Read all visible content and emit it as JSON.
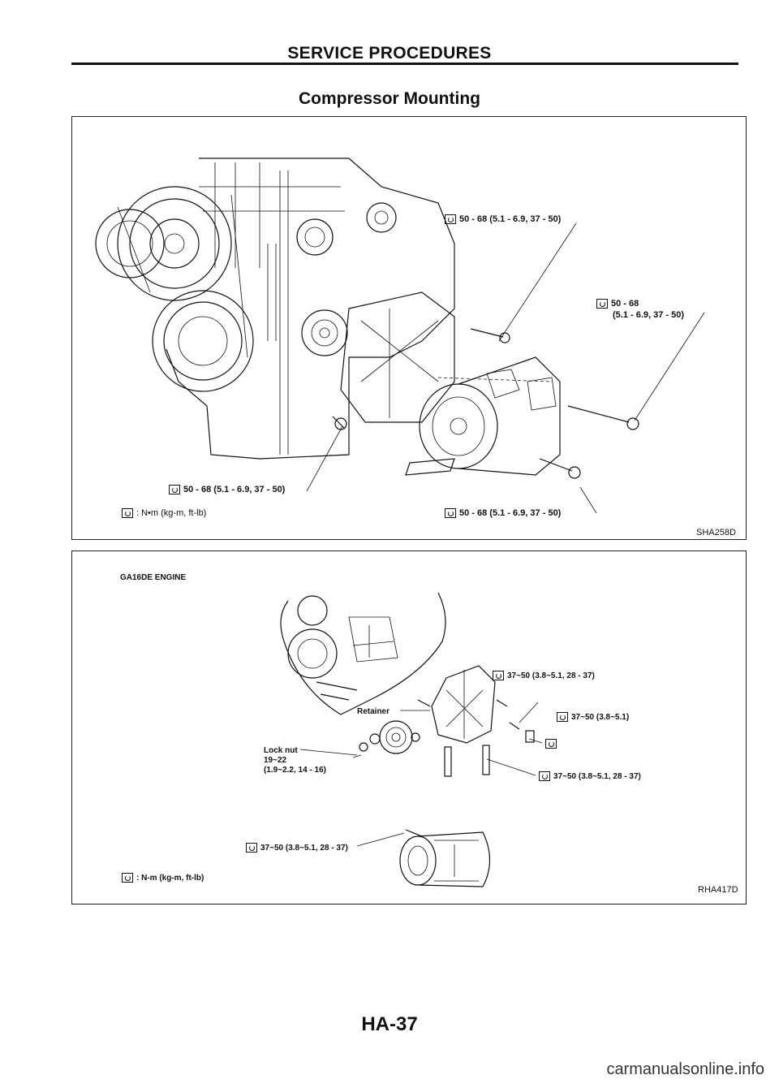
{
  "header": {
    "title": "SERVICE PROCEDURES"
  },
  "section": {
    "title": "Compressor Mounting"
  },
  "figure1": {
    "code": "SHA258D",
    "labels": {
      "top_bolt": "50 - 68 (5.1 - 6.9, 37 - 50)",
      "right_bolt_line1": "50 - 68",
      "right_bolt_line2": "(5.1 - 6.9, 37 - 50)",
      "lower_left_bolt": "50 - 68 (5.1 - 6.9, 37 - 50)",
      "lower_right_bolt": "50 - 68 (5.1 - 6.9, 37 - 50)",
      "legend": ": N•m (kg-m, ft-lb)"
    }
  },
  "figure2": {
    "code": "RHA417D",
    "engine": "GA16DE ENGINE",
    "labels": {
      "retainer": "Retainer",
      "lock_nut": "Lock nut",
      "lock_nut_val1": "19~22",
      "lock_nut_val2": "(1.9~2.2, 14 - 16)",
      "torque_a": "37~50 (3.8~5.1, 28 - 37)",
      "torque_b": "37~50 (3.8~5.1)",
      "torque_c": "37~50 (3.8~5.1, 28 - 37)",
      "torque_d": "37~50 (3.8~5.1, 28 - 37)",
      "legend": ": N-m (kg-m, ft-lb)"
    }
  },
  "footer": {
    "page_number": "HA-37",
    "watermark": "carmanualsonline.info"
  }
}
